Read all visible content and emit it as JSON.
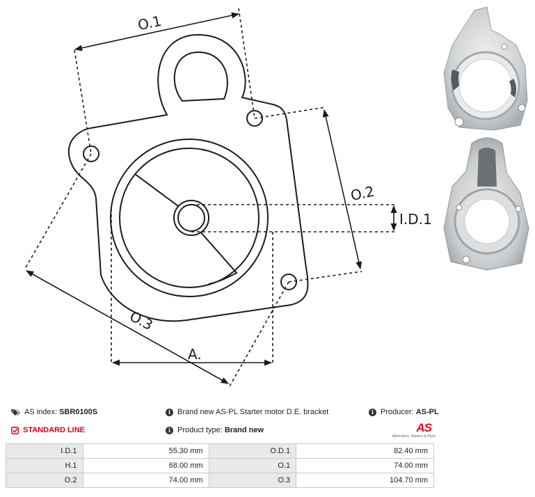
{
  "diagram": {
    "labels": {
      "od1": "O.1",
      "od2": "O.2",
      "od3": "O.3",
      "a": "A.",
      "id1": "I.D.1"
    }
  },
  "photos": {
    "top": "bracket-photo-front",
    "bottom": "bracket-photo-back"
  },
  "info": {
    "as_index_label": "AS index:",
    "as_index_value": "SBR0100S",
    "line_label": "STANDARD LINE",
    "description": "Brand new AS-PL Starter motor D.E. bracket",
    "product_type_label": "Product type:",
    "product_type_value": "Brand new",
    "producer_label": "Producer:",
    "producer_value": "AS-PL"
  },
  "logo": {
    "mark": "AS",
    "tagline": "Alternators, Starters & Parts"
  },
  "specs": [
    {
      "l1": "I.D.1",
      "v1": "55.30 mm",
      "l2": "O.D.1",
      "v2": "82.40 mm"
    },
    {
      "l1": "H.1",
      "v1": "68.00 mm",
      "l2": "O.1",
      "v2": "74.00 mm"
    },
    {
      "l1": "O.2",
      "v1": "74.00 mm",
      "l2": "O.3",
      "v2": "104.70 mm"
    }
  ],
  "colors": {
    "accent_red": "#d0021b",
    "table_label_bg": "#e9e9e9",
    "line": "#1a1a1a"
  },
  "icons": {
    "as_index": "tags-icon",
    "line": "checkbox-icon",
    "info": "info-circle-icon"
  }
}
